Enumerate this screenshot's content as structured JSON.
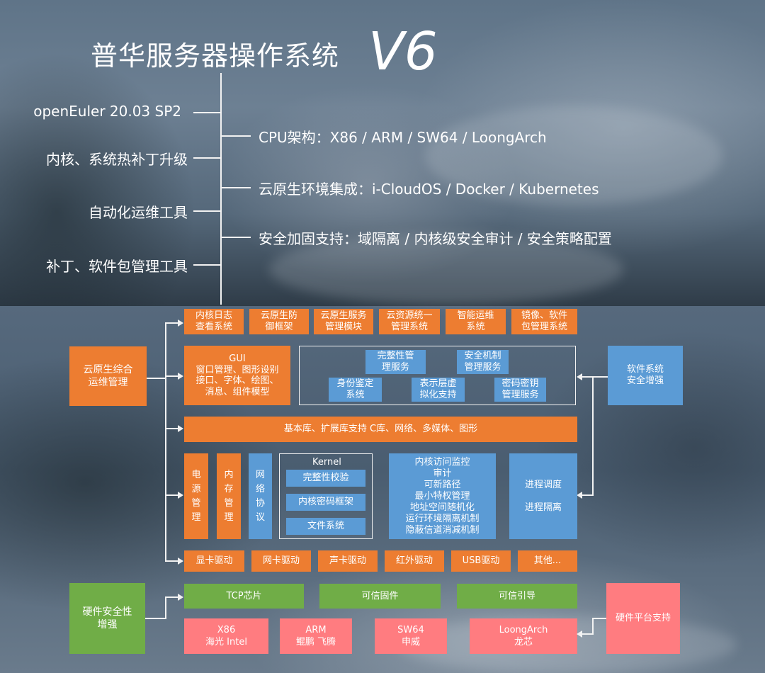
{
  "header": {
    "title": "普华服务器操作系统",
    "version": "V6"
  },
  "features_left": [
    "openEuler 20.03 SP2",
    "内核、系统热补丁升级",
    "自动化运维工具",
    "补丁、软件包管理工具"
  ],
  "features_right": [
    "CPU架构：X86 / ARM / SW64 / LoongArch",
    "云原生环境集成：i-CloudOS / Docker / Kubernetes",
    "安全加固支持：域隔离 / 内核级安全审计 / 安全策略配置"
  ],
  "diagram": {
    "cloud_native_ops": "云原生综合\n运维管理",
    "top_row": [
      "内核日志\n查看系统",
      "云原生防\n御框架",
      "云原生服务\n管理模块",
      "云资源统一\n管理系统",
      "智能运维\n系统",
      "镜像、软件\n包管理系统"
    ],
    "gui": "GUI\n窗口管理、图形设别\n接口、字体、绘图、\n消息、组件模型",
    "security_services": [
      "完整性管\n理服务",
      "安全机制\n管理服务",
      "身份鉴定\n系统",
      "表示层虚\n拟化支持",
      "密码密钥\n管理服务"
    ],
    "software_security": "软件系统\n安全增强",
    "base_libs": "基本库、扩展库支持 C库、网络、多媒体、图形",
    "power_mgmt": "电\n源\n管\n理",
    "memory_mgmt": "内\n存\n管\n理",
    "network_protocol": "网\n络\n协\n议",
    "kernel": {
      "title": "Kernel",
      "items": [
        "完整性校验",
        "内核密码框架",
        "文件系统"
      ]
    },
    "kernel_security": "内核访问监控\n审计\n可新路径\n最小特权管理\n地址空间随机化\n运行环境隔离机制\n隐蔽信道消减机制",
    "process": "进程调度\n\n进程隔离",
    "drivers": [
      "显卡驱动",
      "网卡驱动",
      "声卡驱动",
      "红外驱动",
      "USB驱动",
      "其他..."
    ],
    "hardware_security": "硬件安全性\n增强",
    "trust": [
      "TCP芯片",
      "可信固件",
      "可信引导"
    ],
    "platforms": [
      "X86\n海光 Intel",
      "ARM\n鲲鹏 飞腾",
      "SW64\n申威",
      "LoongArch\n龙芯"
    ],
    "hardware_platform": "硬件平台支持",
    "colors": {
      "orange": "#ed7d31",
      "blue": "#5b9bd5",
      "green": "#70ad47",
      "pink": "#ff7c80"
    }
  }
}
